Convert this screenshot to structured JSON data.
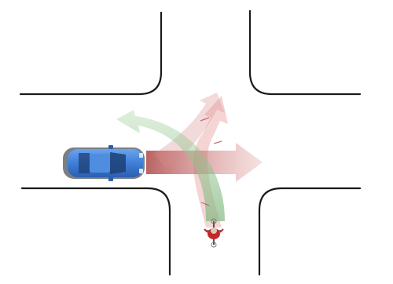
{
  "scene": {
    "type": "intersection-conflict-diagram",
    "background": "#ffffff",
    "road_edge_color": "#1a1a1a"
  },
  "paths": {
    "green_left_turn": {
      "color": "#7fb77e",
      "opacity": 0.55
    },
    "red_straight": {
      "color": "#b23b3b",
      "opacity": 0.45
    },
    "red_right_turn": {
      "color": "#d98c8c",
      "opacity": 0.4
    }
  },
  "vehicles": {
    "car": {
      "color": "#3f7fd8",
      "icon": "car-topview-icon"
    },
    "cyclist": {
      "color": "#c0282b",
      "icon": "bicycle-rider-icon"
    }
  }
}
